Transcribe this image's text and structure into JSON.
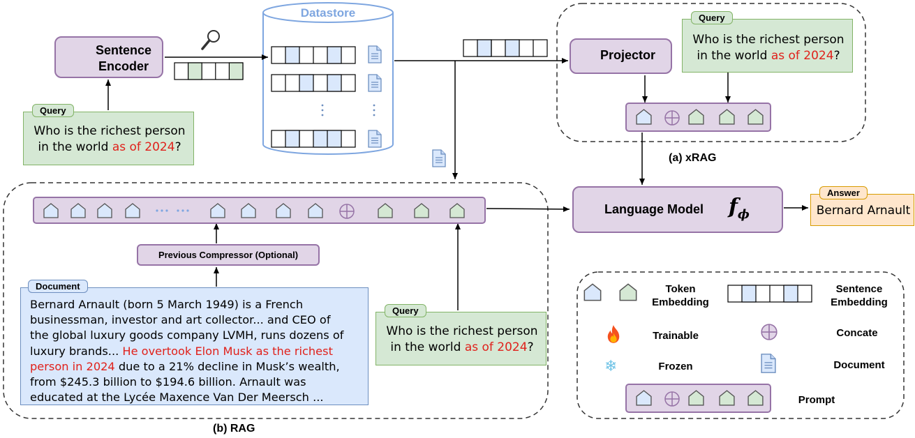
{
  "datastore": {
    "title": "Datastore"
  },
  "sentence_encoder": {
    "label": "Sentence Encoder",
    "line1": "Sentence",
    "line2": "Encoder"
  },
  "query_left": {
    "tag": "Query",
    "line1": "Who is the richest person",
    "line2_a": "in the world ",
    "line2_red": "as of 2024",
    "line2_b": "?"
  },
  "query_xrag": {
    "tag": "Query",
    "line1": "Who is the richest person",
    "line2_a": "in the world ",
    "line2_red": "as of 2024",
    "line2_b": "?"
  },
  "query_rag": {
    "tag": "Query",
    "line1": "Who is the richest person",
    "line2_a": "in the world ",
    "line2_red": "as of 2024",
    "line2_b": "?"
  },
  "projector": {
    "label": "Projector"
  },
  "xrag_caption": "(a) xRAG",
  "rag_caption": "(b) RAG",
  "language_model": {
    "label": "Language Model",
    "symbol": "f",
    "subscript": "ϕ"
  },
  "answer": {
    "tag": "Answer",
    "text": "Bernard Arnault"
  },
  "compressor": {
    "label": "Previous Compressor (Optional)"
  },
  "document": {
    "tag": "Document",
    "line1": "Bernard Arnault (born 5 March 1949) is a French",
    "line2": "businessman, investor and art collector... and CEO of",
    "line3": "the global luxury goods company LVMH, runs dozens of",
    "line4_a": "luxury brands... ",
    "line4_red": "He overtook Elon Musk as the richest",
    "line5_red": "person in 2024",
    "line5_b": " due to a 21% decline in Musk’s wealth,",
    "line6": "from $245.3 billion to $194.6 billion. Arnault was",
    "line7": "educated at the Lycée Maxence Van Der Meersch ..."
  },
  "legend": {
    "token_embedding": "Token Embedding",
    "sentence_embedding": "Sentence Embedding",
    "trainable": "Trainable",
    "concate": "Concate",
    "frozen": "Frozen",
    "document": "Document",
    "prompt": "Prompt"
  },
  "icons": {
    "snowflake": "snowflake-icon",
    "fire": "fire-icon",
    "search": "search-icon",
    "doc": "document-icon",
    "concat": "circle-plus-icon"
  },
  "colors": {
    "purple_fill": "#e1d5e7",
    "purple_stroke": "#9673a6",
    "green_fill": "#d5e8d4",
    "blue_fill": "#dae8fc",
    "orange_fill": "#ffe6cc",
    "highlight_red": "#e0211b",
    "ice_blue": "#7ec8e3"
  }
}
